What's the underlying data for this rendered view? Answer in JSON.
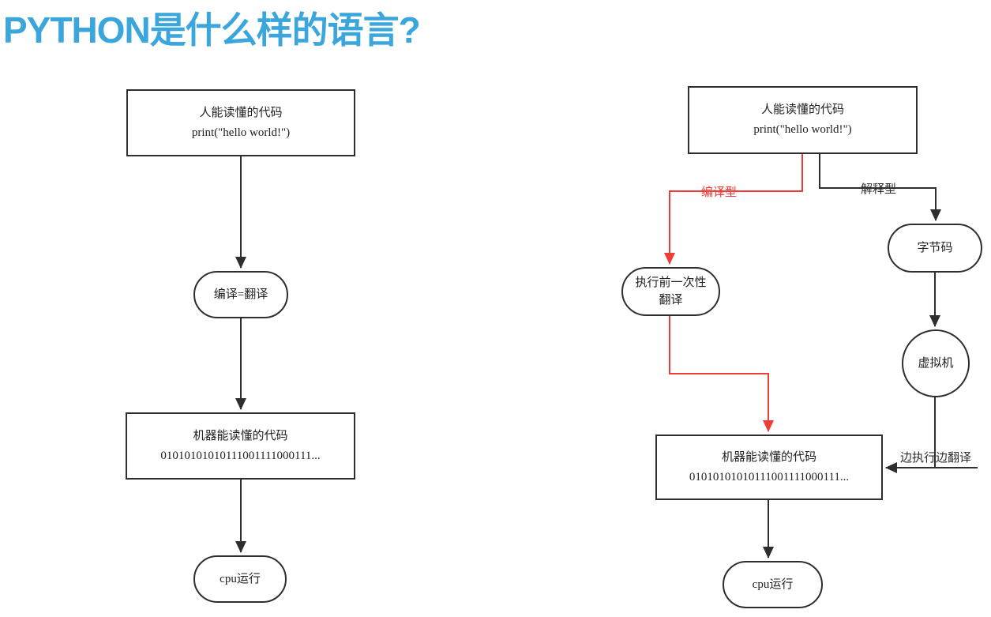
{
  "title": "PYTHON是什么样的语言?",
  "colors": {
    "title_blue": "#3aa6dc",
    "line_dark": "#2e2e2e",
    "line_red": "#ee3c38"
  },
  "left_flow": {
    "source_box": {
      "line1": "人能读懂的代码",
      "line2": "print(\"hello world!\")"
    },
    "compile_node": {
      "label": "编译=翻译"
    },
    "machine_box": {
      "line1": "机器能读懂的代码",
      "line2": "01010101010111001111000111..."
    },
    "cpu_node": {
      "label": "cpu运行"
    }
  },
  "right_flow": {
    "source_box": {
      "line1": "人能读懂的代码",
      "line2": "print(\"hello world!\")"
    },
    "branch_labels": {
      "compiled": "编译型",
      "interpreted": "解释型"
    },
    "pretranslate_node": {
      "line1": "执行前一次性",
      "line2": "翻译"
    },
    "bytecode_node": {
      "label": "字节码"
    },
    "vm_node": {
      "label": "虚拟机"
    },
    "interpret_edge_label": "边执行边翻译",
    "machine_box": {
      "line1": "机器能读懂的代码",
      "line2": "01010101010111001111000111..."
    },
    "cpu_node": {
      "label": "cpu运行"
    }
  }
}
